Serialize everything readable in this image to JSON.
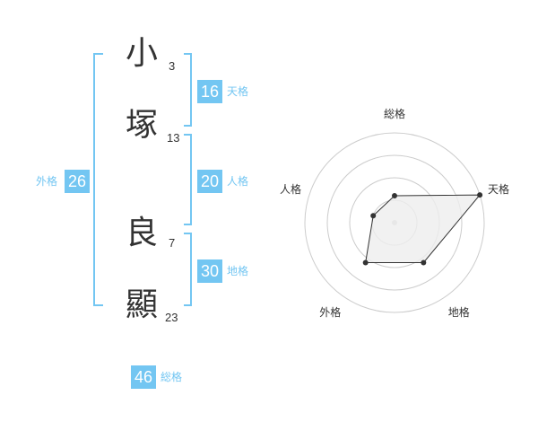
{
  "name": {
    "chars": [
      {
        "char": "小",
        "strokes": "3"
      },
      {
        "char": "塚",
        "strokes": "13"
      },
      {
        "char": "良",
        "strokes": "7"
      },
      {
        "char": "顯",
        "strokes": "23"
      }
    ]
  },
  "kakusu": {
    "ten": {
      "value": "16",
      "label": "天格"
    },
    "jin": {
      "value": "20",
      "label": "人格"
    },
    "chi": {
      "value": "30",
      "label": "地格"
    },
    "gai": {
      "value": "26",
      "label": "外格"
    },
    "sou": {
      "value": "46",
      "label": "総格"
    }
  },
  "colors": {
    "accent": "#73c6f2",
    "text": "#333333",
    "radar_ring": "#cccccc",
    "radar_fill": "#eeeeee"
  },
  "chart_data": {
    "type": "radar",
    "axes": [
      "総格",
      "天格",
      "地格",
      "外格",
      "人格"
    ],
    "values": [
      0.3,
      1.0,
      0.55,
      0.55,
      0.25
    ],
    "rings": 4
  }
}
